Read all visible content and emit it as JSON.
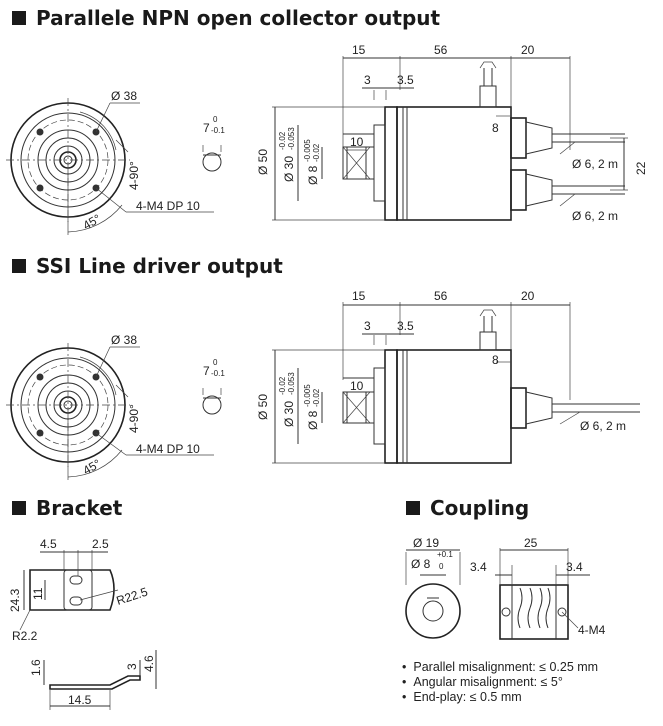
{
  "sections": {
    "npn": "Parallele NPN open collector output",
    "ssi": "SSI Line driver output",
    "bracket": "Bracket",
    "coupling": "Coupling"
  },
  "labels": {
    "d38": "Ø 38",
    "deg4_90": "4-90°",
    "deg45": "45°",
    "m4": "4-M4 DP 10",
    "seven": "7",
    "zero": "0",
    "minus01": "-0.1",
    "d15": "15",
    "d56": "56",
    "d20": "20",
    "d3": "3",
    "d3_5": "3.5",
    "d10": "10",
    "d8": "8",
    "d50": "Ø 50",
    "d30": "Ø 30",
    "d30tol1": "-0.02",
    "d30tol2": "-0.053",
    "d8ph": "Ø 8",
    "d8tol1": "-0.005",
    "d8tol2": "-0.02",
    "cable": "Ø 6, 2 m",
    "d22": "22",
    "b4_5": "4.5",
    "b2_5": "2.5",
    "b24_3": "24.3",
    "b11": "11",
    "r22_5": "R22.5",
    "r2_2": "R2.2",
    "b1_6": "1.6",
    "b3": "3",
    "b4_6": "4.6",
    "b14_5": "14.5",
    "c19": "Ø 19",
    "c8": "Ø 8",
    "c8tol1": "+0.1",
    "c8tol2": "0",
    "c25": "25",
    "c3_4": "3.4",
    "c4m4": "4-M4"
  },
  "notes": [
    "Parallel misalignment: ≤ 0.25 mm",
    "Angular misalignment: ≤ 5°",
    "End-play: ≤ 0.5 mm"
  ]
}
